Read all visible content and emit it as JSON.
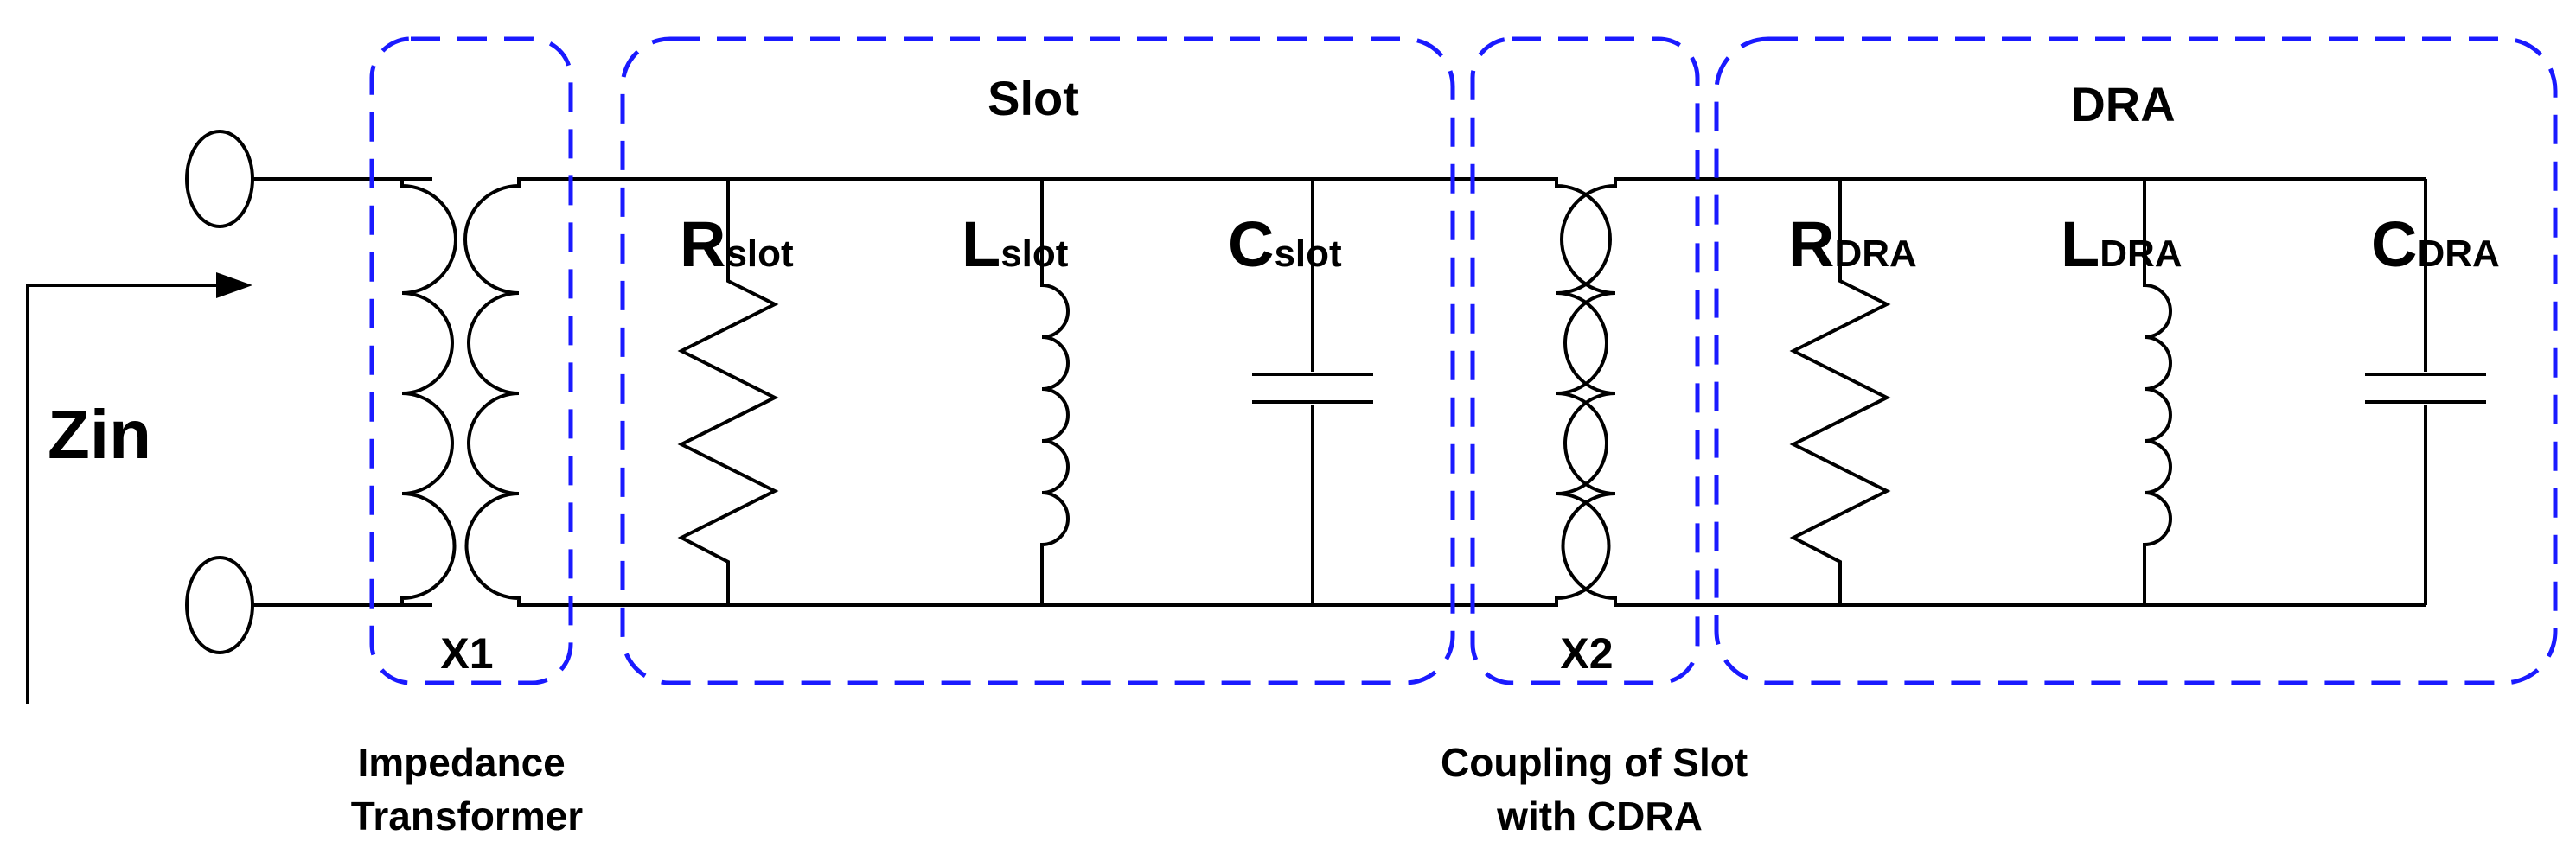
{
  "colors": {
    "wire": "#000000",
    "group_box": "#1a1aff",
    "background": "#ffffff"
  },
  "labels": {
    "zin": "Zin",
    "slot_title": "Slot",
    "dra_title": "DRA",
    "x1": "X1",
    "x2": "X2",
    "impedance_transformer": [
      "Impedance",
      "Transformer"
    ],
    "coupling": [
      "Coupling of Slot",
      "with CDRA"
    ]
  },
  "components": {
    "r_slot": {
      "main": "R",
      "sub": "slot"
    },
    "l_slot": {
      "main": "L",
      "sub": "slot"
    },
    "c_slot": {
      "main": "C",
      "sub": "slot"
    },
    "r_dra": {
      "main": "R",
      "sub": "DRA"
    },
    "l_dra": {
      "main": "L",
      "sub": "DRA"
    },
    "c_dra": {
      "main": "C",
      "sub": "DRA"
    }
  }
}
